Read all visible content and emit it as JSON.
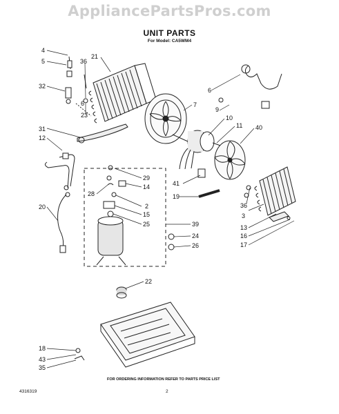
{
  "header": {
    "watermark": "AppliancePartsPros.com",
    "title": "UNIT PARTS",
    "model_line": "For Model: CA5WM4"
  },
  "footer": {
    "ordering_note": "FOR ORDERING INFORMATION REFER TO PARTS PRICE LIST",
    "document_number": "4316319",
    "page_number": "2"
  },
  "callouts": [
    "4",
    "5",
    "36",
    "21",
    "32",
    "6",
    "23",
    "7",
    "6",
    "9",
    "10",
    "11",
    "40",
    "31",
    "12",
    "29",
    "14",
    "28",
    "2",
    "41",
    "19",
    "15",
    "36",
    "25",
    "3",
    "20",
    "39",
    "13",
    "16",
    "17",
    "24",
    "26",
    "22",
    "18",
    "43",
    "35"
  ]
}
